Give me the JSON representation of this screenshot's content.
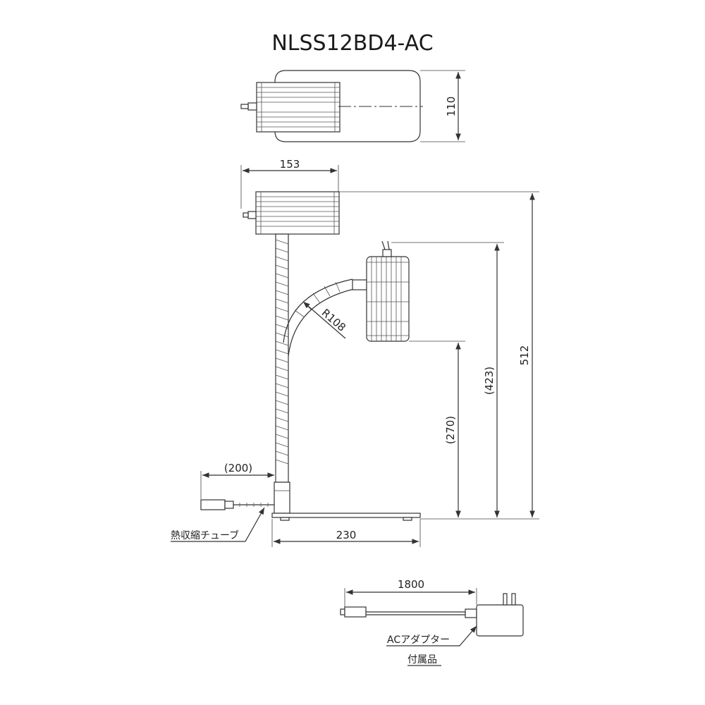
{
  "title": "NLSS12BD4-AC",
  "dimensions": {
    "top_height": "110",
    "head_width": "153",
    "total_height": "512",
    "arm_height": "(423)",
    "lower_height": "(270)",
    "radius": "R108",
    "cable_length": "(200)",
    "base_width": "230",
    "adapter_cable": "1800"
  },
  "labels": {
    "heat_shrink": "熱収縮チューブ",
    "ac_adapter": "ACアダプター",
    "included": "付属品"
  }
}
